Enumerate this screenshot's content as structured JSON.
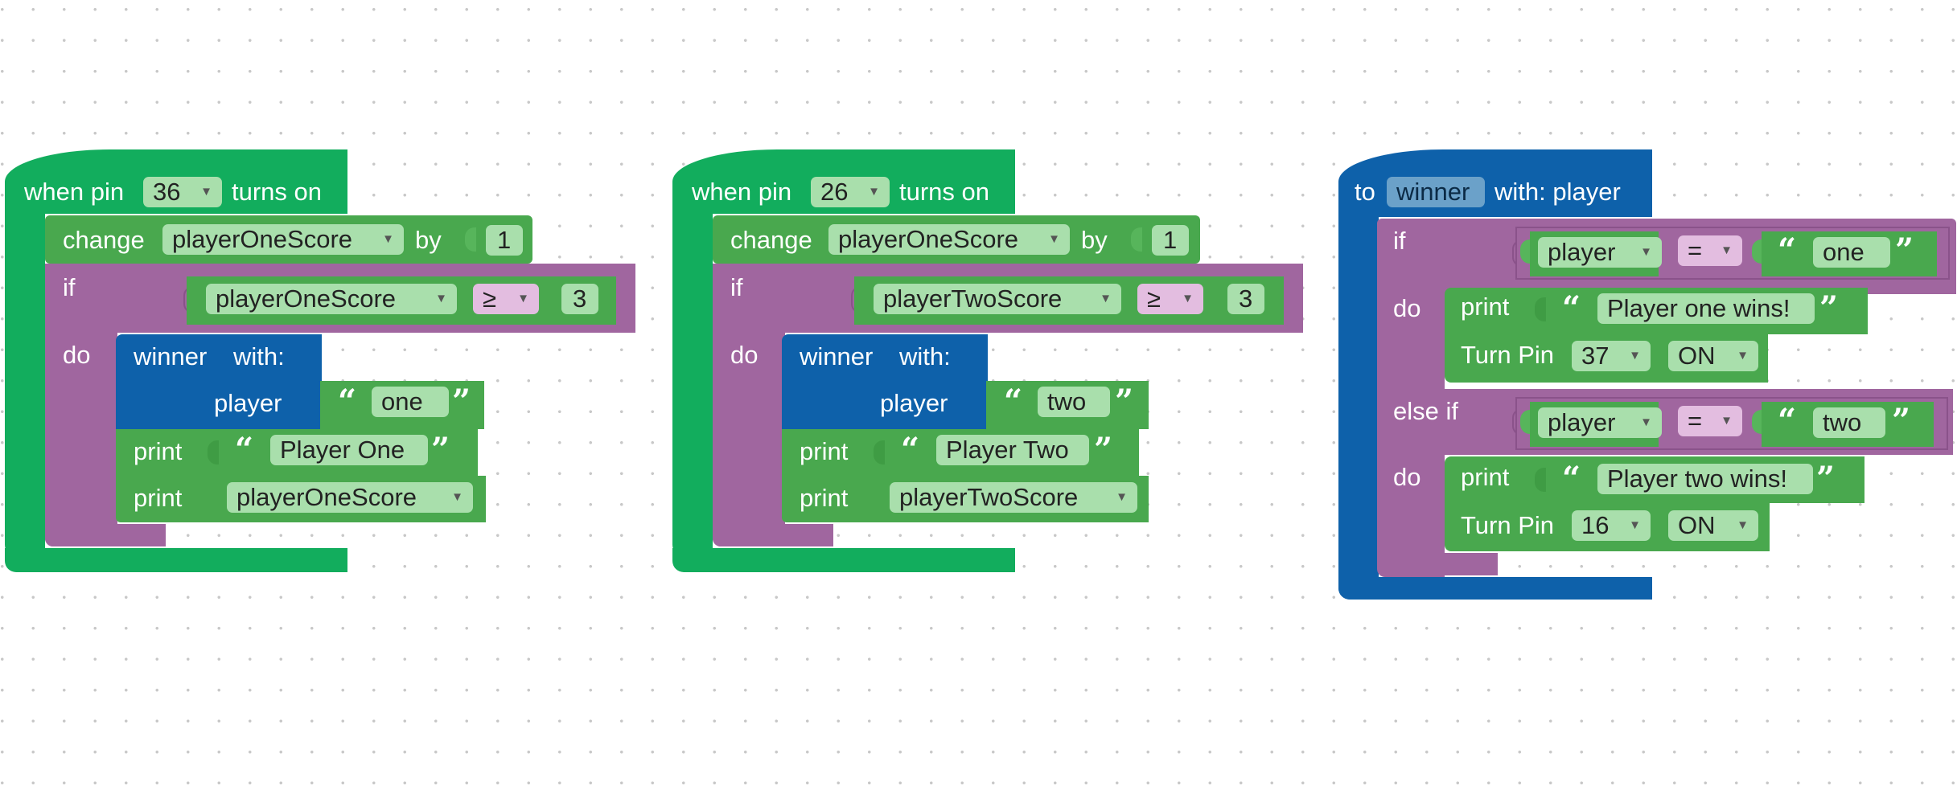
{
  "colors": {
    "event": "#12ad5d",
    "logic": "#a0669f",
    "procedure": "#0e61aa",
    "statement": "#49a84e",
    "text": "#49a84e"
  },
  "block1": {
    "hat": {
      "prefix": "when pin",
      "pin": "36",
      "suffix": "turns on"
    },
    "change": {
      "label": "change",
      "variable": "playerOneScore",
      "by": "by",
      "amount": "1"
    },
    "if": {
      "label": "if",
      "variable": "playerOneScore",
      "operator": "≥",
      "value": "3"
    },
    "do_label": "do",
    "call": {
      "name": "winner",
      "with": "with:",
      "param": "player",
      "arg": "one"
    },
    "print1": {
      "label": "print",
      "text": "Player One"
    },
    "print2": {
      "label": "print",
      "variable": "playerOneScore"
    }
  },
  "block2": {
    "hat": {
      "prefix": "when pin",
      "pin": "26",
      "suffix": "turns on"
    },
    "change": {
      "label": "change",
      "variable": "playerOneScore",
      "by": "by",
      "amount": "1"
    },
    "if": {
      "label": "if",
      "variable": "playerTwoScore",
      "operator": "≥",
      "value": "3"
    },
    "do_label": "do",
    "call": {
      "name": "winner",
      "with": "with:",
      "param": "player",
      "arg": "two"
    },
    "print1": {
      "label": "print",
      "text": "Player Two"
    },
    "print2": {
      "label": "print",
      "variable": "playerTwoScore"
    }
  },
  "block3": {
    "header": {
      "to": "to",
      "name": "winner",
      "with": "with: player"
    },
    "if": {
      "label": "if",
      "variable": "player",
      "operator": "=",
      "value": "one"
    },
    "do1_label": "do",
    "print1": {
      "label": "print",
      "text": "Player one wins!"
    },
    "turn1": {
      "label": "Turn Pin",
      "pin": "37",
      "state": "ON"
    },
    "elseif": {
      "label": "else if",
      "variable": "player",
      "operator": "=",
      "value": "two"
    },
    "do2_label": "do",
    "print2": {
      "label": "print",
      "text": "Player two wins!"
    },
    "turn2": {
      "label": "Turn Pin",
      "pin": "16",
      "state": "ON"
    }
  }
}
